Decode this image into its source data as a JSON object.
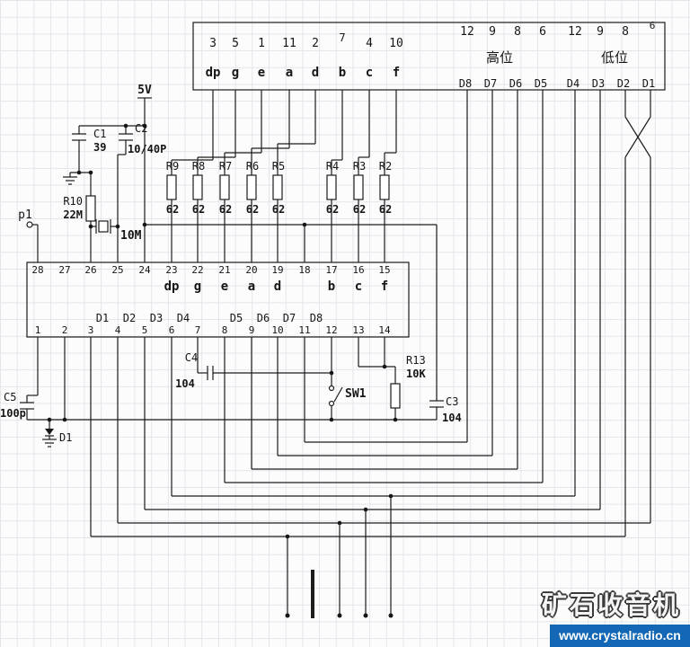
{
  "display_header": {
    "left_pins": [
      "3",
      "5",
      "1",
      "11",
      "2",
      "7",
      "4",
      "10"
    ],
    "left_segments": [
      "dp",
      "g",
      "e",
      "a",
      "d",
      "b",
      "c",
      "f"
    ],
    "right_pins": [
      "12",
      "9",
      "8",
      "6",
      "12",
      "9",
      "8",
      "6"
    ],
    "digit_high": "高位",
    "digit_low": "低位",
    "data_lines": [
      "D8",
      "D7",
      "D6",
      "D5",
      "D4",
      "D3",
      "D2",
      "D1"
    ]
  },
  "power": {
    "v5": "5V"
  },
  "resistors": {
    "names": [
      "R9",
      "R8",
      "R7",
      "R6",
      "R5",
      "R4",
      "R3",
      "R2"
    ],
    "value": "62"
  },
  "oscillator": {
    "c1_name": "C1",
    "c1_value": "39",
    "c2_name": "C2",
    "c2_value": "10/40P",
    "r10_name": "R10",
    "r10_value": "22M",
    "xtal_value": "10M",
    "p1": "p1"
  },
  "ic": {
    "top_pins": [
      "28",
      "27",
      "26",
      "25",
      "24",
      "23",
      "22",
      "21",
      "20",
      "19",
      "18",
      "17",
      "16",
      "15"
    ],
    "segments": [
      "dp",
      "g",
      "e",
      "a",
      "d",
      "b",
      "c",
      "f"
    ],
    "bottom_pins": [
      "1",
      "2",
      "3",
      "4",
      "5",
      "6",
      "7",
      "8",
      "9",
      "10",
      "11",
      "12",
      "13",
      "14"
    ],
    "data_labels": [
      "D1",
      "D2",
      "D3",
      "D4",
      "D5",
      "D6",
      "D7",
      "D8"
    ]
  },
  "bottom_parts": {
    "c4_name": "C4",
    "c4_value": "104",
    "c5_name": "C5",
    "c5_value": "100p",
    "c3_name": "C3",
    "c3_value": "104",
    "r13_name": "R13",
    "r13_value": "10K",
    "sw1": "SW1",
    "d1": "D1"
  },
  "watermark": {
    "title": "矿石收音机",
    "url": "www.crystalradio.cn"
  }
}
